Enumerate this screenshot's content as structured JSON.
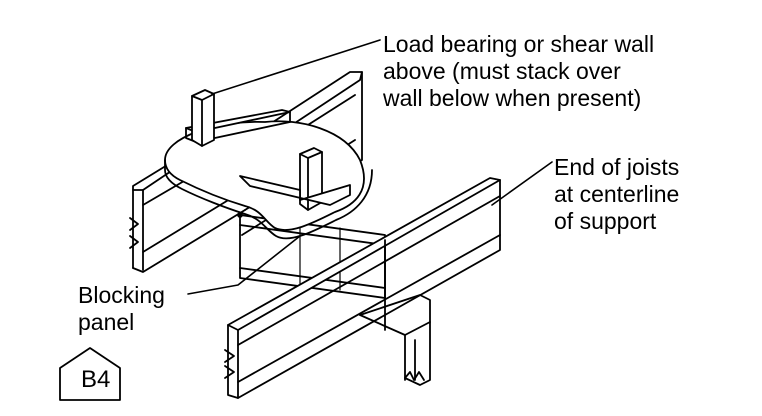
{
  "callouts": {
    "wall_above": "Load bearing or shear wall\nabove (must stack over\nwall below when present)",
    "joist_ends": "End of joists\nat centerline\nof support",
    "blocking": "Blocking\npanel"
  },
  "detail_tag": "B4",
  "colors": {
    "line": "#000000",
    "background": "#ffffff"
  }
}
